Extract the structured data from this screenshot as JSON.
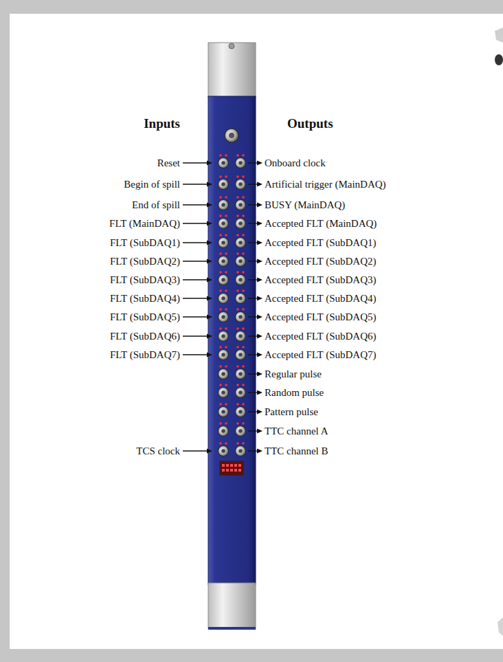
{
  "diagram": {
    "labels": [
      "Inputs",
      "Outputs",
      "Reset",
      "Onboard clock",
      "Begin of spill",
      "Artificial trigger (MainDAQ)",
      "End of spill",
      "BUSY (MainDAQ)",
      "FLT (MainDAQ)",
      "Accepted FLT (MainDAQ)",
      "FLT (SubDAQ1)",
      "Accepted FLT (SubDAQ1)",
      "FLT (SubDAQ2)",
      "Accepted FLT (SubDAQ2)",
      "FLT (SubDAQ3)",
      "Accepted FLT (SubDAQ3)",
      "FLT (SubDAQ4)",
      "Accepted FLT (SubDAQ4)",
      "FLT (SubDAQ5)",
      "Accepted FLT (SubDAQ5)",
      "FLT (SubDAQ6)",
      "Accepted FLT (SubDAQ6)",
      "FLT (SubDAQ7)",
      "Accepted FLT (SubDAQ7)",
      "Regular pulse",
      "Random pulse",
      "Pattern pulse",
      "TTC channel A",
      "TCS clock",
      "TTC channel B"
    ]
  }
}
